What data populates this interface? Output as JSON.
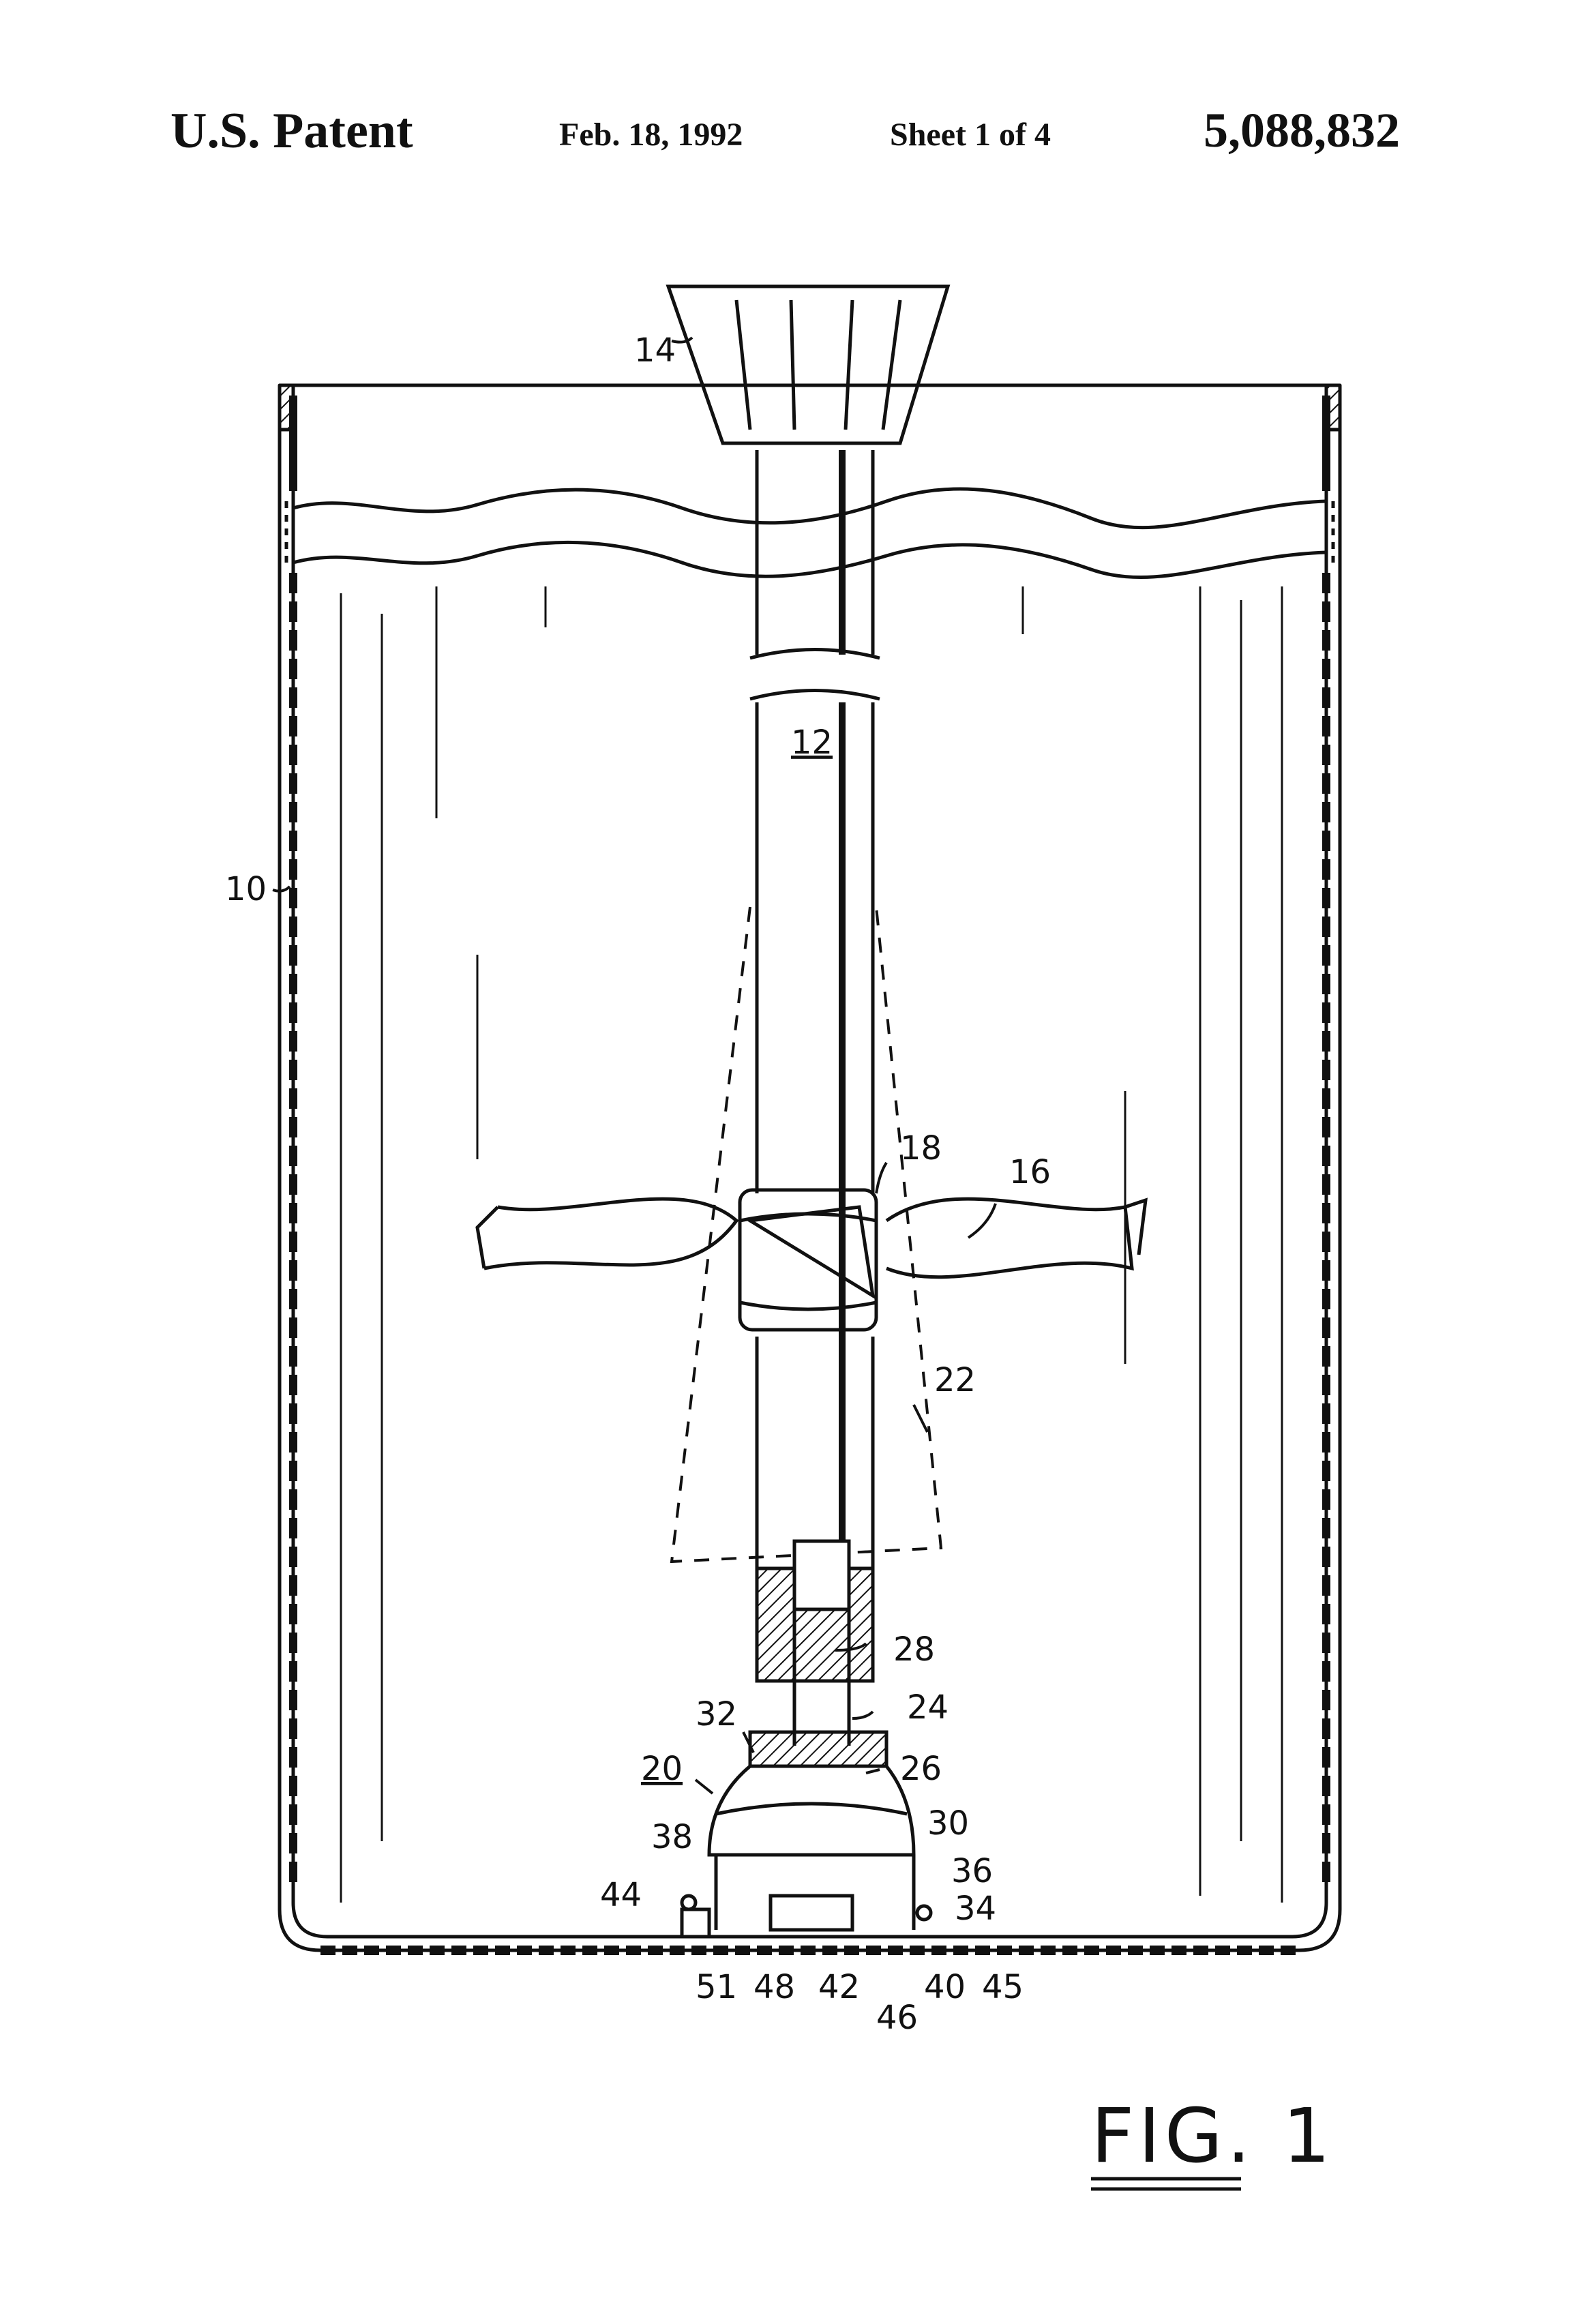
{
  "header": {
    "left": "U.S. Patent",
    "date": "Feb. 18, 1992",
    "sheet": "Sheet 1 of 4",
    "patent_number": "5,088,832"
  },
  "figure": {
    "label": "FIG. 1",
    "reference_numerals": [
      "10",
      "12",
      "14",
      "16",
      "18",
      "20",
      "22",
      "24",
      "26",
      "28",
      "30",
      "32",
      "34",
      "36",
      "38",
      "40",
      "42",
      "44",
      "45",
      "46",
      "48",
      "51"
    ]
  }
}
